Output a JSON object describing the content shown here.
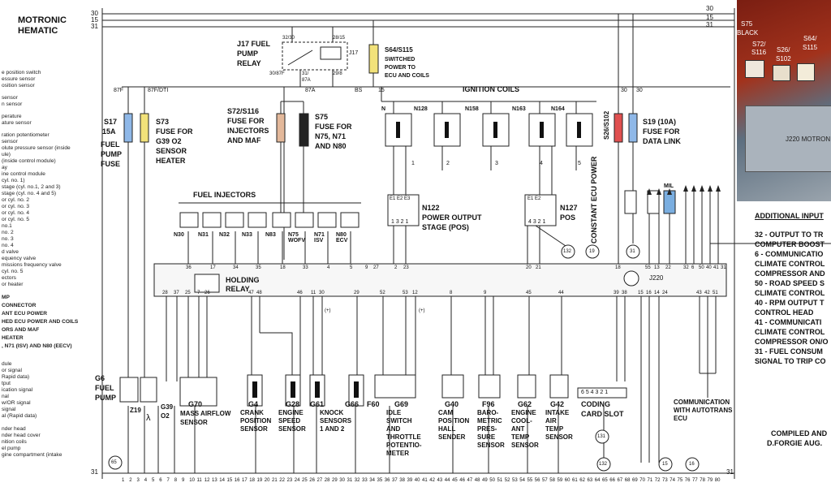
{
  "title": {
    "line1": "MOTRONIC",
    "line2": "HEMATIC"
  },
  "rails": {
    "r30": "30",
    "r15": "15",
    "r31": "31"
  },
  "relay_j17": {
    "name": "J17 FUEL",
    "l2": "PUMP",
    "l3": "RELAY",
    "tag": "J17",
    "pins": {
      "a": "32/30",
      "b": "28/15",
      "c": "30/87F",
      "d": "31/",
      "e": "29/8",
      "f": "87A",
      "g": "29/8"
    }
  },
  "fuse_s64": {
    "l1": "S64/S115",
    "l2": "SWITCHED",
    "l3": "POWER TO",
    "l4": "ECU AND COILS"
  },
  "bus_labels": [
    "87F",
    "87F/DTI",
    "87A",
    "BS",
    "15",
    "30",
    "30"
  ],
  "fuse_s17": {
    "l1": "S17",
    "l2": "15A",
    "l3": "FUEL",
    "l4": "PUMP",
    "l5": "FUSE"
  },
  "fuse_s73": {
    "l1": "S73",
    "l2": "FUSE FOR",
    "l3": "G39 O2",
    "l4": "SENSOR",
    "l5": "HEATER"
  },
  "fuse_s72": {
    "l1": "S72/S116",
    "l2": "FUSE FOR",
    "l3": "INJECTORS",
    "l4": "AND MAF"
  },
  "fuse_s75": {
    "l1": "S75",
    "l2": "FUSE FOR",
    "l3": "N75, N71",
    "l4": "AND N80"
  },
  "ignition": {
    "title": "IGNITION COILS",
    "coils": [
      "N",
      "N128",
      "N158",
      "N163",
      "N164"
    ],
    "nums": [
      "1",
      "2",
      "3",
      "4",
      "5"
    ]
  },
  "ecu_power": {
    "l1": "CONSTANT ECU POWER",
    "l2": "S26/S102"
  },
  "fuse_s19": {
    "l1": "S19 (10A)",
    "l2": "FUSE FOR",
    "l3": "DATA LINK"
  },
  "mil": "MIL",
  "photo": {
    "s75": "S75",
    "black": "BLACK",
    "s72": "S72/",
    "s116": "S116",
    "s26": "S26/",
    "s102": "S102",
    "s64": "S64/",
    "s115": "S115",
    "module": "J220 MOTRON"
  },
  "injectors": {
    "title": "FUEL INJECTORS",
    "items": [
      "N30",
      "N31",
      "N32",
      "N33",
      "N83",
      "N75\nWOFV",
      "N71\nISV",
      "N80\nECV"
    ]
  },
  "n122": {
    "l1": "N122",
    "l2": "POWER OUTPUT",
    "l3": "STAGE (POS)",
    "pins": "1 3 2 1",
    "e": "E1 E2 E3"
  },
  "n127": {
    "l1": "N127",
    "l2": "POS",
    "pins": "4 3 2 1",
    "e": "E1 E2"
  },
  "circles": [
    "132",
    "19",
    "31",
    "131",
    "132",
    "15",
    "16",
    "65"
  ],
  "ecu": {
    "name": "J220",
    "holding": "HOLDING",
    "relay": "RELAY",
    "top_pins": [
      "36",
      "17",
      "34",
      "35",
      "18",
      "33",
      "4",
      "5",
      "9",
      "27",
      "2",
      "23",
      "20",
      "21",
      "18",
      "55",
      "13",
      "22",
      "32",
      "6",
      "50",
      "40",
      "41",
      "31"
    ],
    "bot_pins": [
      "28",
      "37",
      "25",
      "7",
      "26",
      "47",
      "48",
      "46",
      "11",
      "30",
      "29",
      "52",
      "53",
      "12",
      "8",
      "9",
      "45",
      "44",
      "39",
      "38",
      "15",
      "16",
      "14",
      "24",
      "43",
      "42",
      "51"
    ]
  },
  "components": {
    "g6": {
      "l1": "G6",
      "l2": "FUEL",
      "l3": "PUMP"
    },
    "z19": "Z19",
    "g39": {
      "l1": "G39",
      "l2": "O2"
    },
    "lambda": "λ",
    "g70": {
      "l1": "G70",
      "l2": "MASS AIRFLOW",
      "l3": "SENSOR"
    },
    "g4": {
      "l1": "G4",
      "l2": "CRANK",
      "l3": "POSITION",
      "l4": "SENSOR"
    },
    "g28": {
      "l1": "G28",
      "l2": "ENGINE",
      "l3": "SPEED",
      "l4": "SENSOR"
    },
    "g61": {
      "l1": "G61",
      "l2": "KNOCK",
      "l3": "SENSORS",
      "l4": "1 AND 2"
    },
    "g66": "G66",
    "f60": "F60",
    "g69": {
      "l1": "G69",
      "l2": "IDLE",
      "l3": "SWITCH",
      "l4": "AND",
      "l5": "THROTTLE",
      "l6": "POTENTIO-",
      "l7": "METER"
    },
    "g40": {
      "l1": "G40",
      "l2": "CAM",
      "l3": "POSITION",
      "l4": "HALL",
      "l5": "SENDER"
    },
    "f96": {
      "l1": "F96",
      "l2": "BARO-",
      "l3": "METRIC",
      "l4": "PRES-",
      "l5": "SURE",
      "l6": "SENSOR"
    },
    "g62": {
      "l1": "G62",
      "l2": "ENGINE",
      "l3": "COOL-",
      "l4": "ANT",
      "l5": "TEMP",
      "l6": "SENSOR"
    },
    "g42": {
      "l1": "G42",
      "l2": "INTAKE",
      "l3": "AIR",
      "l4": "TEMP",
      "l5": "SENSOR"
    },
    "coding": {
      "l1": "CODING",
      "l2": "CARD SLOT",
      "pins": "6 5 4 3 2 1"
    },
    "autotrans": {
      "l1": "COMMUNICATION",
      "l2": "WITH AUTOTRANS",
      "l3": "ECU"
    },
    "plus_minus": [
      "(+)",
      "(+)"
    ]
  },
  "additional": {
    "title": "ADDITIONAL INPUT",
    "lines": [
      "32 - OUTPUT TO TR",
      "COMPUTER BOOST",
      "6 - COMMUNICATIO",
      "CLIMATE CONTROL",
      "COMPRESSOR AND",
      "50 - ROAD SPEED S",
      "CLIMATE CONTROL",
      "40 - RPM OUTPUT T",
      "CONTROL HEAD",
      "41 - COMMUNICATI",
      "CLIMATE CONTROL",
      "COMPRESSOR ON/O",
      "31 - FUEL CONSUM",
      "SIGNAL TO TRIP CO"
    ],
    "compiled": "COMPILED AND",
    "author": "D.FORGIE AUG."
  },
  "legend": [
    "e position switch",
    "essure sensor",
    "osition sensor",
    "",
    "sensor",
    "n sensor",
    "",
    "perature",
    "ature sensor",
    "",
    "ration potentiometer",
    "sensor",
    "olute pressure sensor (inside",
    "ule)",
    "(inside control module)",
    "ay",
    "ine control module",
    "cyl. no. 1)",
    "stage (cyl. no.1, 2 and 3)",
    "stage (cyl. no. 4 and 5)",
    "or cyl. no. 2",
    "or cyl. no. 3",
    "or cyl. no. 4",
    "or cyl. no. 5",
    "no.1",
    "no. 2",
    "no. 3",
    "no. 4",
    "d valve",
    "equency valve",
    "missions frequency valve",
    "cyl. no. 5",
    "ectors",
    "or heater"
  ],
  "legend2": [
    "MP",
    "CONNECTOR",
    "ANT ECU POWER",
    "HED ECU POWER AND COILS",
    "ORS AND MAF",
    "HEATER",
    ", N71 (ISV) AND N80 (EECV)"
  ],
  "legend3": [
    "dule",
    "or signal",
    "Rapid data)",
    "tput",
    "ication signal",
    "nal",
    "w/OR signal",
    "signal",
    "al (Rapid data)",
    "",
    "nder head",
    "nder head cover",
    "nition coils",
    "el pump",
    "gine compartment (intake"
  ],
  "bottom_numbers": [
    "1",
    "2",
    "3",
    "4",
    "5",
    "6",
    "7",
    "8",
    "9",
    "10",
    "11",
    "12",
    "13",
    "14",
    "15",
    "16",
    "17",
    "18",
    "19",
    "20",
    "21",
    "22",
    "23",
    "24",
    "25",
    "26",
    "27",
    "28",
    "29",
    "30",
    "31",
    "32",
    "33",
    "34",
    "35",
    "36",
    "37",
    "38",
    "39",
    "40",
    "41",
    "42",
    "43",
    "44",
    "45",
    "46",
    "47",
    "48",
    "49",
    "50",
    "51",
    "52",
    "53",
    "54",
    "55",
    "56",
    "57",
    "58",
    "59",
    "60",
    "61",
    "62",
    "63",
    "64",
    "65",
    "66",
    "67",
    "68",
    "69",
    "70",
    "71",
    "72",
    "73",
    "74",
    "75",
    "76",
    "77",
    "78",
    "79",
    "80"
  ],
  "colors": {
    "fuse_blue": "#8fb8e8",
    "fuse_yellow": "#f2e27a",
    "fuse_tan": "#e3b89a",
    "fuse_black": "#222222",
    "fuse_red": "#e05050",
    "mil_blue": "#7aaee0",
    "ecu_fill": "#f5f5f5"
  }
}
